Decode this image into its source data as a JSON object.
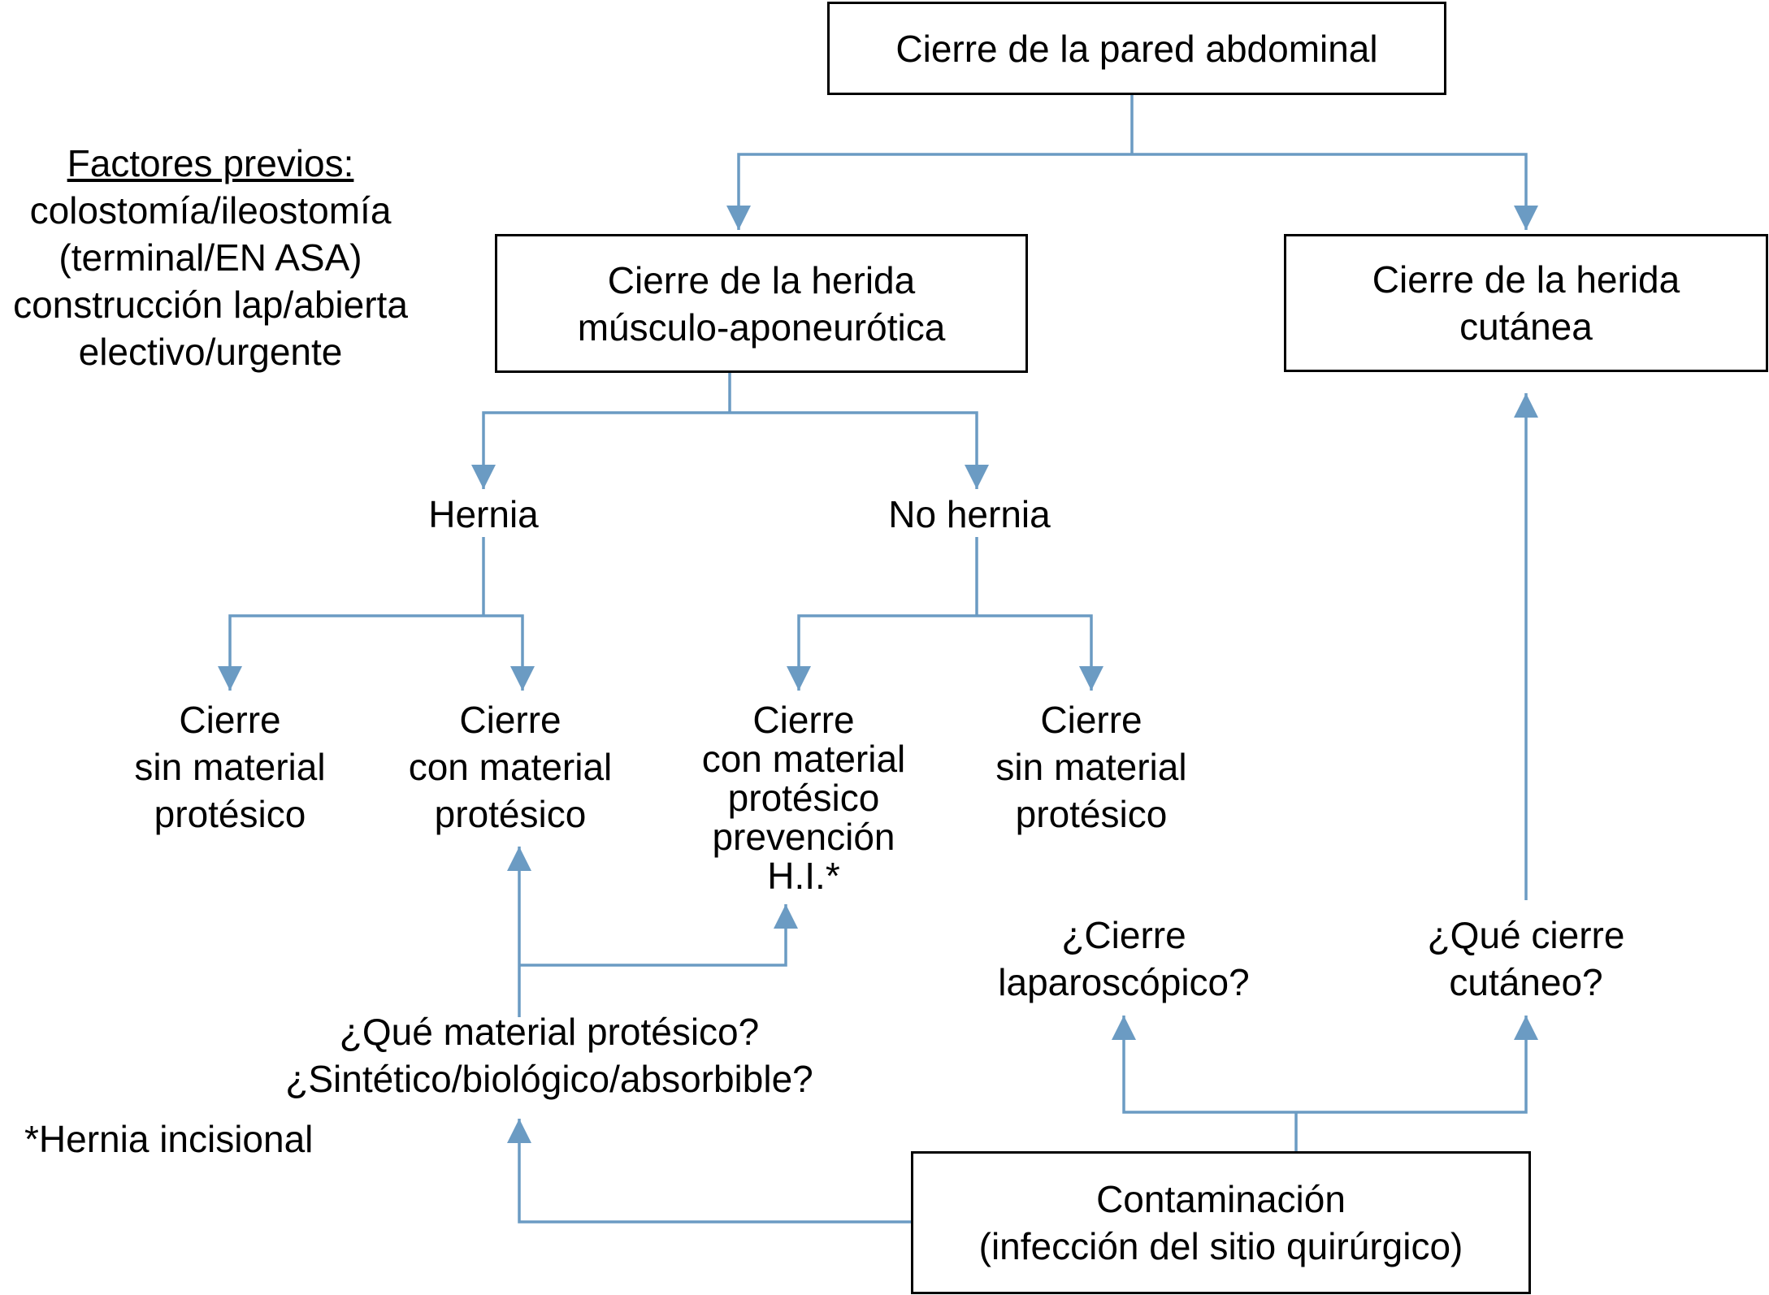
{
  "nodes": {
    "root": [
      "Cierre de la pared abdominal"
    ],
    "musculo": [
      "Cierre de la herida",
      "músculo-aponeurótica"
    ],
    "cutanea": [
      "Cierre de la herida",
      "cutánea"
    ],
    "hernia": [
      "Hernia"
    ],
    "no_hernia": [
      "No hernia"
    ],
    "h_sin": [
      "Cierre",
      "sin material",
      "protésico"
    ],
    "h_con": [
      "Cierre",
      "con material",
      "protésico"
    ],
    "nh_con": [
      "Cierre",
      "con material",
      "protésico",
      "prevención",
      "H.I.*"
    ],
    "nh_sin": [
      "Cierre",
      "sin material",
      "protésico"
    ],
    "laparoscopico": [
      "¿Cierre",
      "laparoscópico?"
    ],
    "que_cutaneo": [
      "¿Qué cierre",
      "cutáneo?"
    ],
    "material": [
      "¿Qué material protésico?",
      "¿Sintético/biológico/absorbible?"
    ],
    "contaminacion": [
      "Contaminación",
      "(infección del sitio quirúrgico)"
    ]
  },
  "factores": {
    "heading": "Factores previos:",
    "items": [
      "colostomía/ileostomía",
      "(terminal/EN ASA)",
      "construcción lap/abierta",
      "electivo/urgente"
    ]
  },
  "footnote": "*Hernia incisional",
  "colors": {
    "connector": "#6b9bc3",
    "box_border": "#000000"
  }
}
